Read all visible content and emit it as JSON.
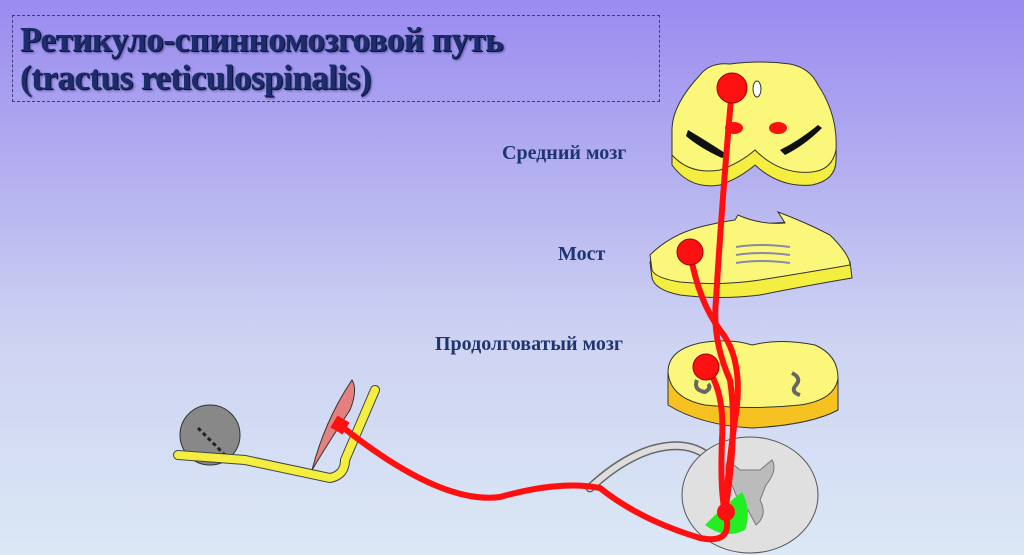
{
  "title": {
    "line1": "Ретикуло-спинномозговой путь",
    "line2": "(tractus reticulospinalis)"
  },
  "labels": {
    "midbrain": "Средний мозг",
    "pons": "Мост",
    "medulla": "Продолговатый мозг"
  },
  "colors": {
    "pathway": "#ff1010",
    "brain_section": "#fbf77a",
    "gray_matter_motor": "#22ee22"
  }
}
